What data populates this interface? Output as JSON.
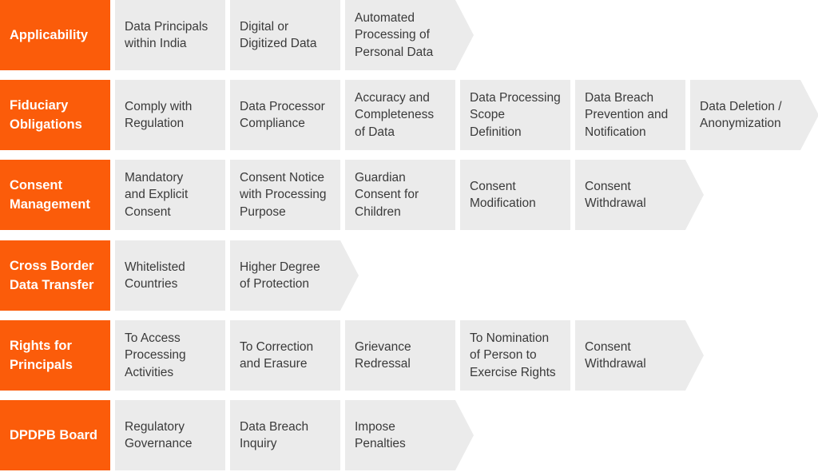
{
  "rows": [
    {
      "category": "Applicability",
      "items": [
        "Data Principals\nwithin India",
        "Digital or\nDigitized Data",
        "Automated\nProcessing of\nPersonal Data"
      ]
    },
    {
      "category": "Fiduciary\nObligations",
      "items": [
        "Comply with\nRegulation",
        "Data Processor\nCompliance",
        "Accuracy and\nCompleteness\nof Data",
        "Data Processing\nScope\nDefinition",
        "Data Breach\nPrevention and\nNotification",
        "Data Deletion /\nAnonymization"
      ]
    },
    {
      "category": "Consent\nManagement",
      "items": [
        "Mandatory\nand Explicit\nConsent",
        "Consent Notice\nwith Processing\nPurpose",
        "Guardian\nConsent for\nChildren",
        "Consent\nModification",
        "Consent\nWithdrawal"
      ]
    },
    {
      "category": "Cross Border\nData Transfer",
      "items": [
        "Whitelisted\nCountries",
        "Higher Degree\nof Protection"
      ]
    },
    {
      "category": "Rights for\nPrincipals",
      "items": [
        "To Access\nProcessing\nActivities",
        "To Correction\nand Erasure",
        "Grievance\nRedressal",
        "To Nomination\nof Person to\nExercise Rights",
        "Consent\nWithdrawal"
      ]
    },
    {
      "category": "DPDPB Board",
      "items": [
        "Regulatory\nGovernance",
        "Data Breach\nInquiry",
        "Impose\nPenalties"
      ]
    }
  ],
  "colors": {
    "category_bg": "#fb5c0a",
    "category_text": "#ffffff",
    "item_bg": "#ebebeb",
    "item_text": "#3a3a3a"
  }
}
